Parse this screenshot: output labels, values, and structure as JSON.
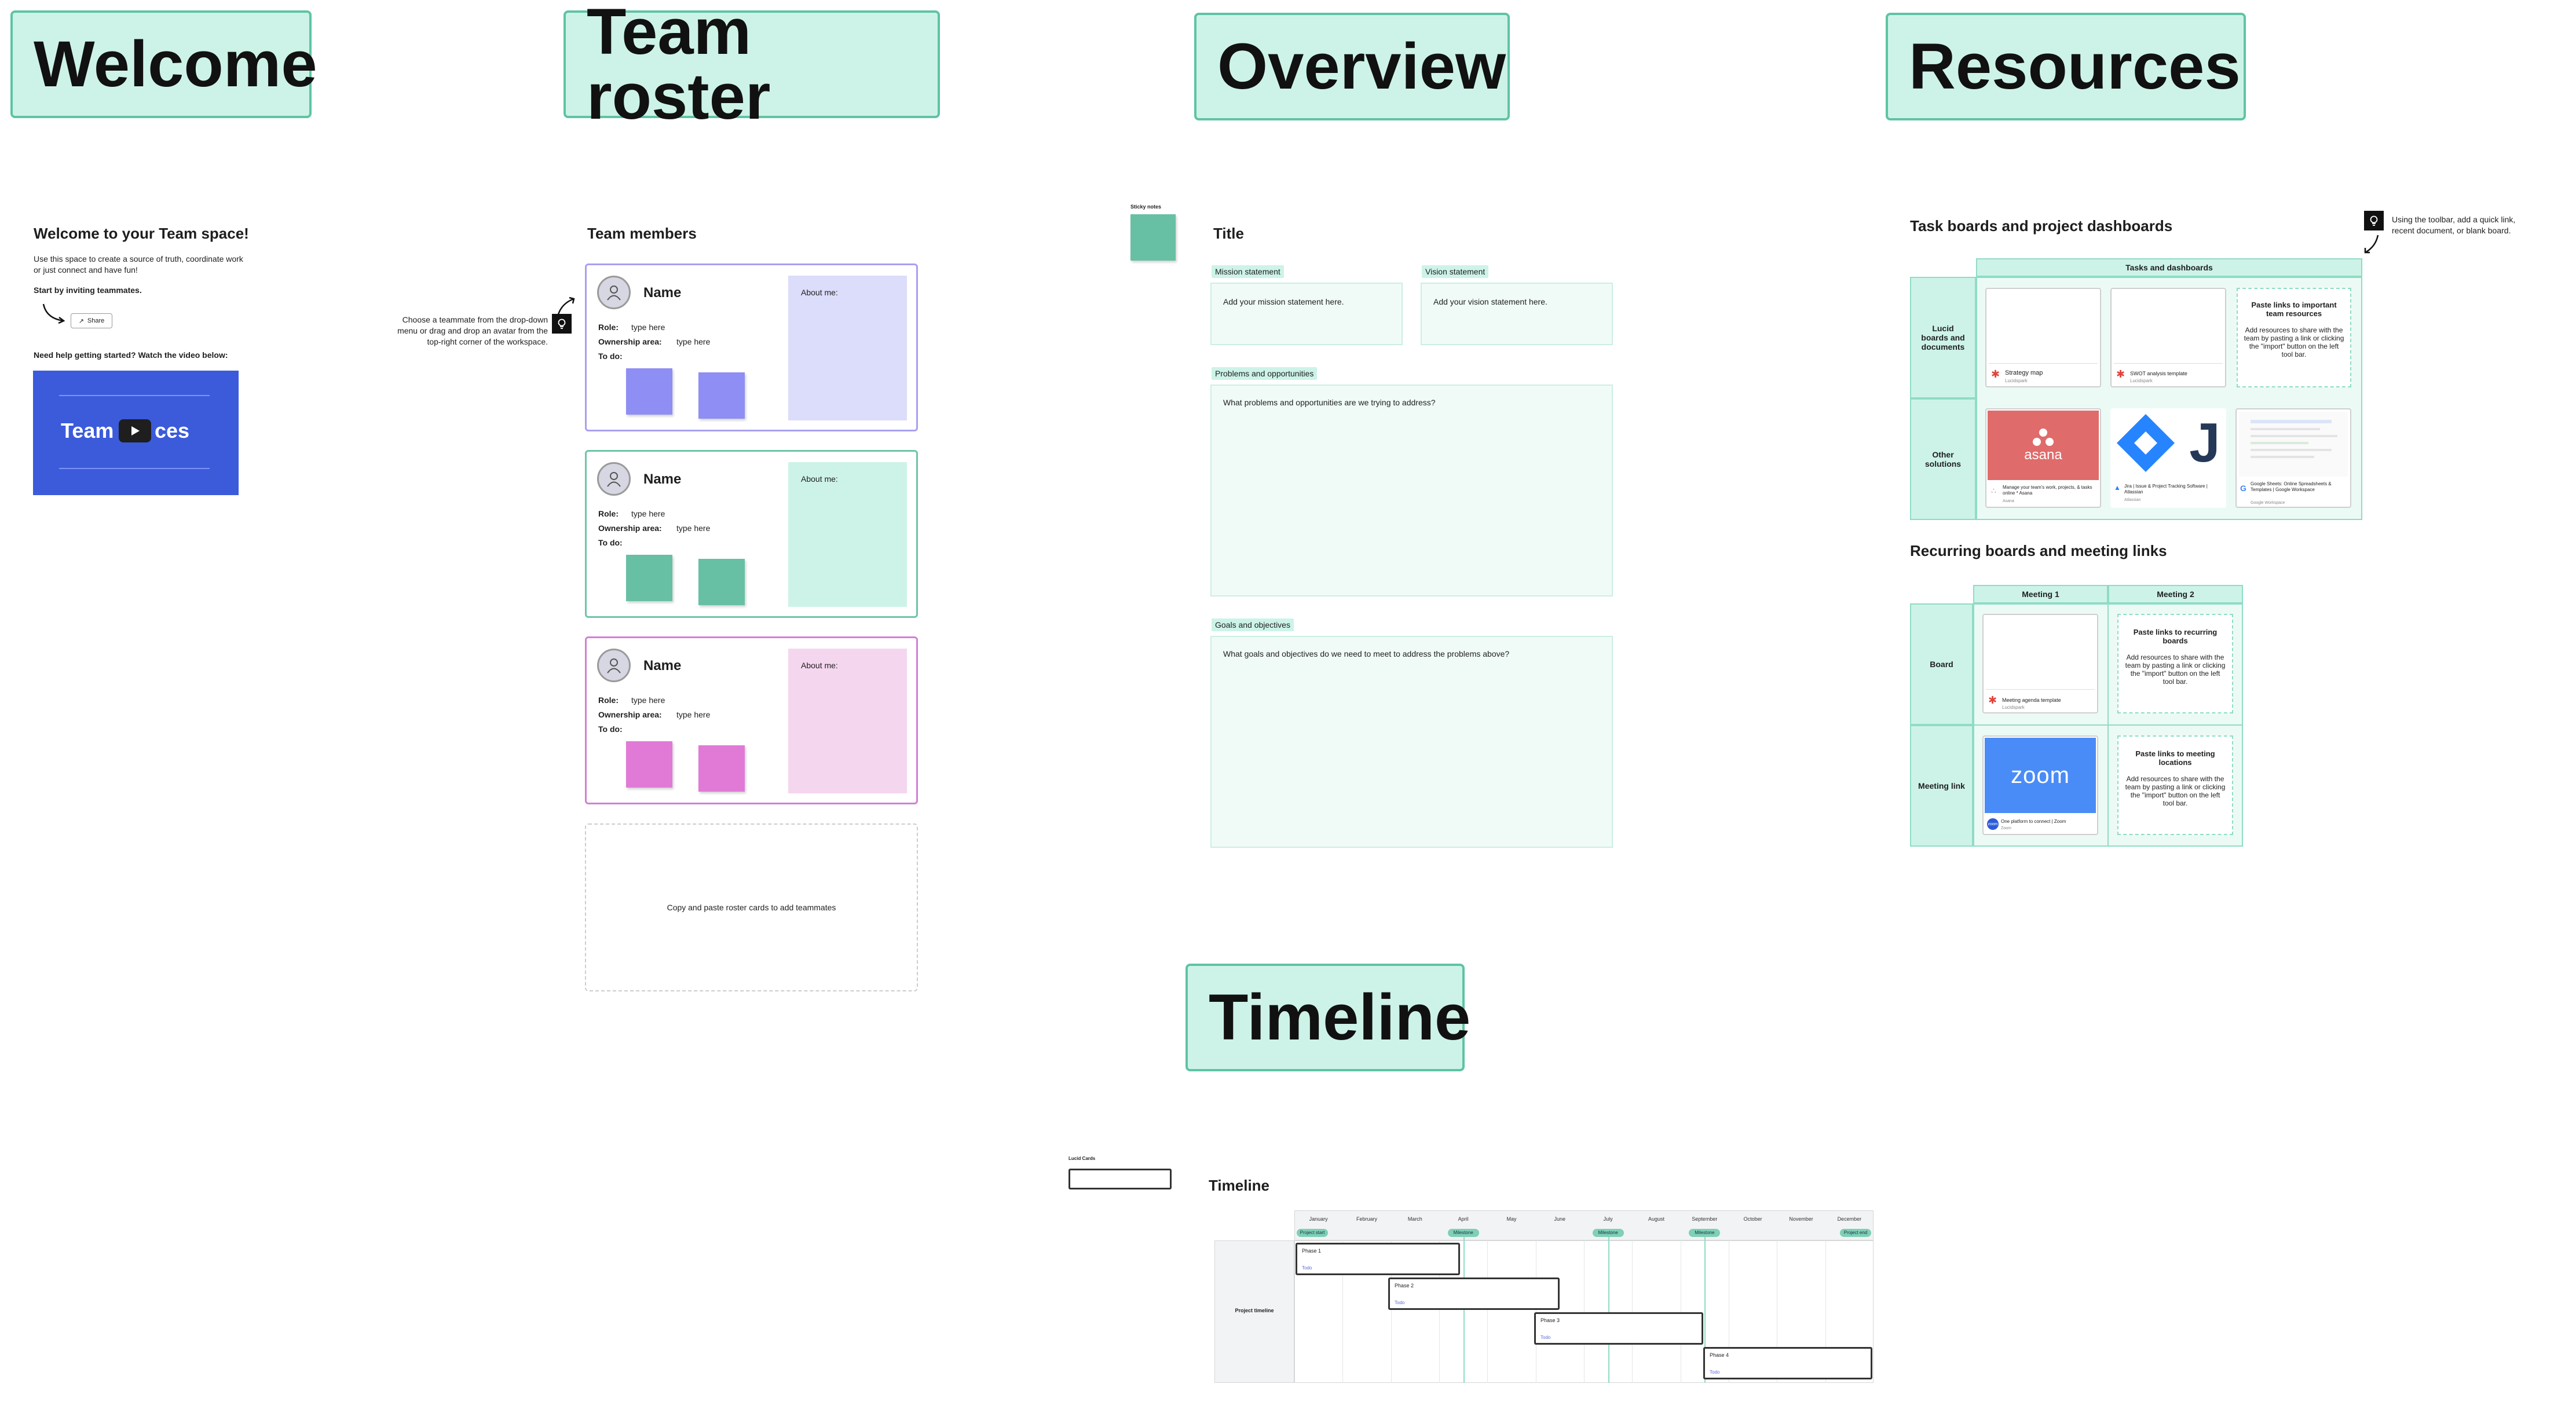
{
  "sections": {
    "welcome": "Welcome",
    "roster": "Team roster",
    "overview": "Overview",
    "resources": "Resources",
    "timeline": "Timeline"
  },
  "welcome": {
    "heading": "Welcome to your Team space!",
    "body": "Use this space to create a source of truth, coordinate work or just connect and have fun!",
    "invite": "Start by inviting teammates.",
    "share_label": "Share",
    "video_prompt": "Need help getting started? Watch the video below:",
    "video_text_left": "Team",
    "video_text_right": "ces"
  },
  "roster": {
    "heading": "Team members",
    "hint": "Choose a teammate from the drop-down menu or drag and drop an avatar from the top-right corner of the workspace.",
    "cards": [
      {
        "name": "Name",
        "role_label": "Role:",
        "role": "type here",
        "area_label": "Ownership area:",
        "area": "type here",
        "todo_label": "To do:",
        "about": "About me:",
        "border": "#a8a0f0",
        "sticky": "#8e8ef5",
        "about_bg": "#dcdcfb"
      },
      {
        "name": "Name",
        "role_label": "Role:",
        "role": "type here",
        "area_label": "Ownership area:",
        "area": "type here",
        "todo_label": "To do:",
        "about": "About me:",
        "border": "#6fc4a7",
        "sticky": "#67c0a3",
        "about_bg": "#cdf3e8"
      },
      {
        "name": "Name",
        "role_label": "Role:",
        "role": "type here",
        "area_label": "Ownership area:",
        "area": "type here",
        "todo_label": "To do:",
        "about": "About me:",
        "border": "#d27fd6",
        "sticky": "#e07ad6",
        "about_bg": "#f5d6ef"
      }
    ],
    "copy_hint": "Copy and paste roster cards to add teammates"
  },
  "overview": {
    "sticky_label": "Sticky notes",
    "title": "Title",
    "mission_label": "Mission statement",
    "mission_text": "Add your mission statement here.",
    "vision_label": "Vision statement",
    "vision_text": "Add your vision statement here.",
    "problems_label": "Problems and opportunities",
    "problems_text": "What problems and opportunities are we trying to address?",
    "goals_label": "Goals and objectives",
    "goals_text": "What goals and objectives do we need to meet to address the problems above?"
  },
  "resources": {
    "heading": "Task boards and project dashboards",
    "hint": "Using the toolbar, add a quick link, recent document, or blank board.",
    "table_header": "Tasks and dashboards",
    "row1_label": "Lucid boards and documents",
    "row2_label": "Other solutions",
    "doc1_title": "Strategy map",
    "doc1_sub": "Lucidspark",
    "doc2_title": "SWOT analysis template",
    "doc2_sub": "Lucidspark",
    "paste_title": "Paste links to important team resources",
    "paste_body": "Add resources to share with the team by pasting a link or clicking the \"import\" button on the left tool bar.",
    "asana_logo": "asana",
    "asana_title": "Manage your team's work, projects, & tasks online * Asana",
    "asana_sub": "Asana",
    "jira_title": "Jira | Issue & Project Tracking Software | Atlassian",
    "jira_sub": "Atlassian",
    "sheets_title": "Google Sheets: Online Spreadsheets & Templates | Google Workspace",
    "sheets_sub": "Google Workspace",
    "recurring_heading": "Recurring boards and meeting links",
    "meeting1": "Meeting 1",
    "meeting2": "Meeting 2",
    "board_label": "Board",
    "meeting_link_label": "Meeting link",
    "agenda_title": "Meeting agenda template",
    "agenda_sub": "Lucidspark",
    "recurring_paste_title": "Paste links to recurring boards",
    "meeting_paste_title": "Paste links to meeting locations",
    "zoom_logo": "zoom",
    "zoom_title": "One platform to connect | Zoom",
    "zoom_sub": "Zoom"
  },
  "timeline": {
    "cards_label": "Lucid Cards",
    "title": "Timeline",
    "months": [
      "January",
      "February",
      "March",
      "April",
      "May",
      "June",
      "July",
      "August",
      "September",
      "October",
      "November",
      "December"
    ],
    "milestones": [
      "Project start",
      "Milestone",
      "Milestone",
      "Milestone",
      "Project end"
    ],
    "row_label": "Project timeline",
    "phases": [
      "Phase 1",
      "Phase 2",
      "Phase 3",
      "Phase 4"
    ],
    "tag": "Todo"
  },
  "colors": {
    "mint": "#cdf3e8",
    "mint_border": "#5fc3a4",
    "video_blue": "#3b5bdb",
    "asana": "#e06b6b",
    "jira": "#2684ff",
    "zoom": "#4a8cf7"
  }
}
